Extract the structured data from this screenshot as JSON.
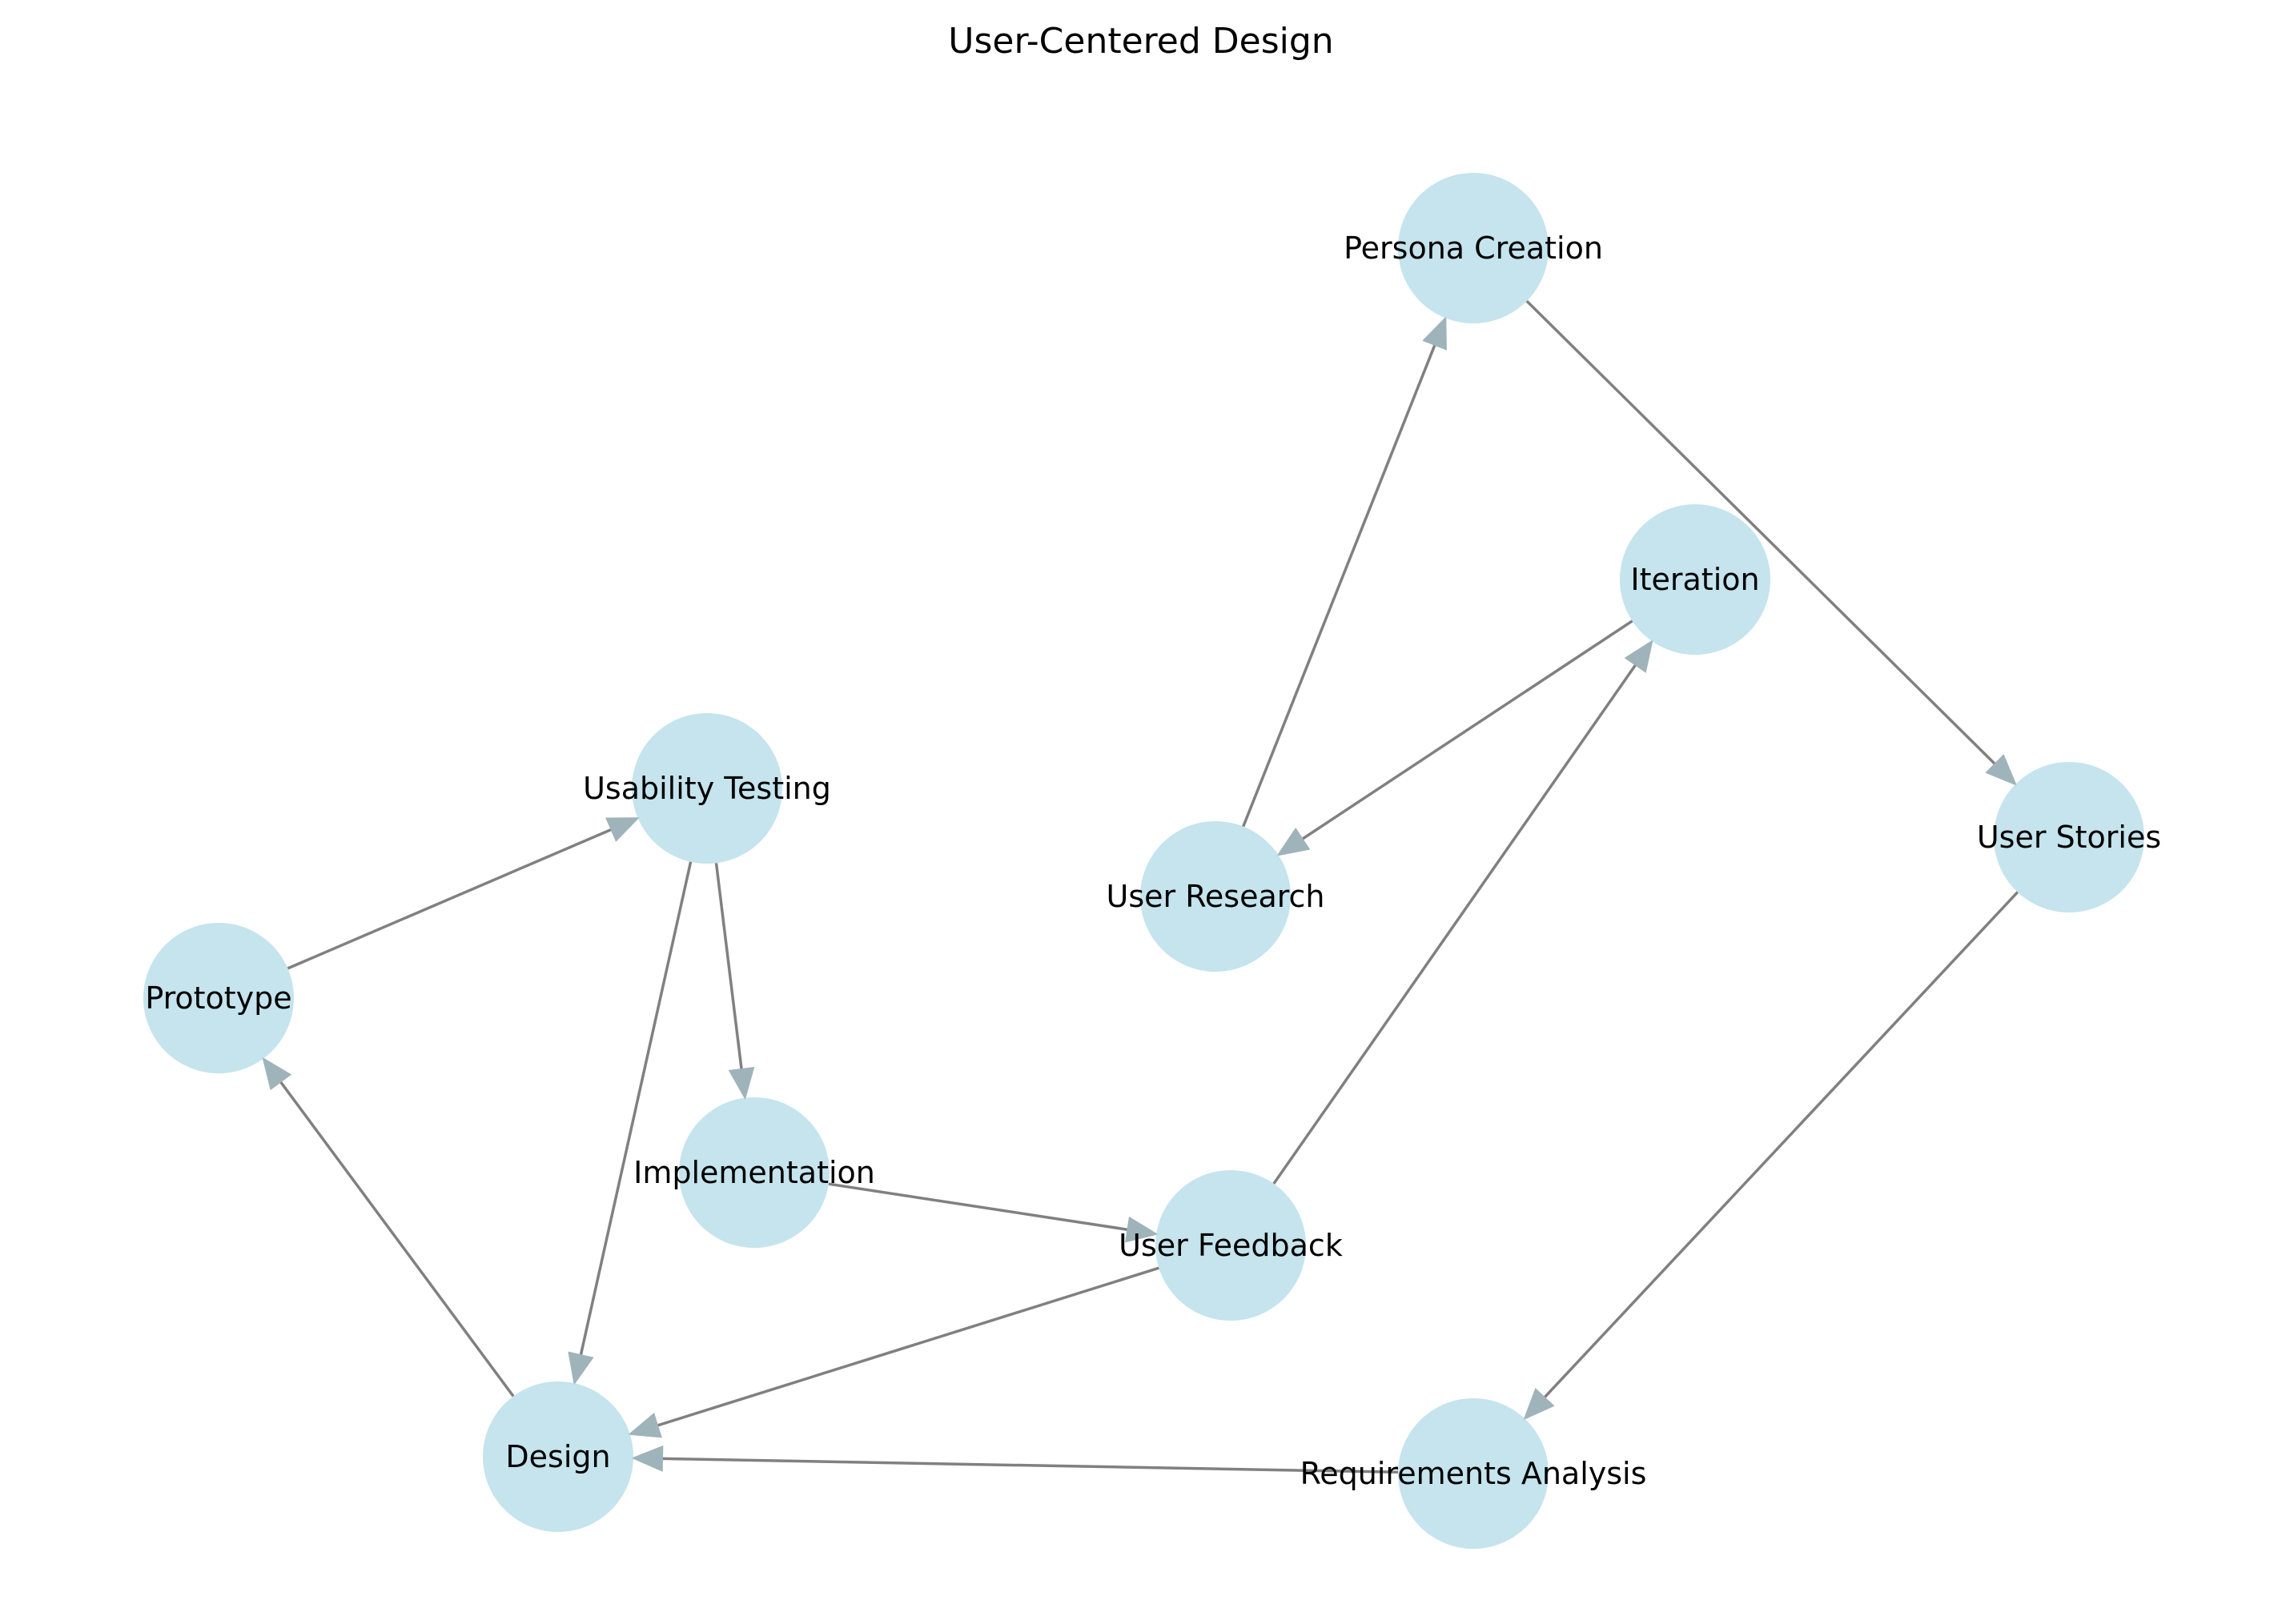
{
  "title": "User-Centered Design",
  "colors": {
    "node_fill": "#add8e6",
    "edge": "#808080",
    "arrowhead": "#9fb3ba",
    "label": "#000000",
    "background": "#ffffff"
  },
  "nodes": [
    {
      "id": "persona_creation",
      "label": "Persona Creation"
    },
    {
      "id": "iteration",
      "label": "Iteration"
    },
    {
      "id": "usability_testing",
      "label": "Usability Testing"
    },
    {
      "id": "user_stories",
      "label": "User Stories"
    },
    {
      "id": "user_research",
      "label": "User Research"
    },
    {
      "id": "prototype",
      "label": "Prototype"
    },
    {
      "id": "implementation",
      "label": "Implementation"
    },
    {
      "id": "user_feedback",
      "label": "User Feedback"
    },
    {
      "id": "design",
      "label": "Design"
    },
    {
      "id": "requirements_analysis",
      "label": "Requirements Analysis"
    }
  ],
  "edges": [
    {
      "from": "user_research",
      "to": "persona_creation"
    },
    {
      "from": "persona_creation",
      "to": "user_stories"
    },
    {
      "from": "user_stories",
      "to": "requirements_analysis"
    },
    {
      "from": "requirements_analysis",
      "to": "design"
    },
    {
      "from": "design",
      "to": "prototype"
    },
    {
      "from": "prototype",
      "to": "usability_testing"
    },
    {
      "from": "usability_testing",
      "to": "design"
    },
    {
      "from": "usability_testing",
      "to": "implementation"
    },
    {
      "from": "implementation",
      "to": "user_feedback"
    },
    {
      "from": "user_feedback",
      "to": "design"
    },
    {
      "from": "user_feedback",
      "to": "iteration"
    },
    {
      "from": "iteration",
      "to": "user_research"
    }
  ]
}
